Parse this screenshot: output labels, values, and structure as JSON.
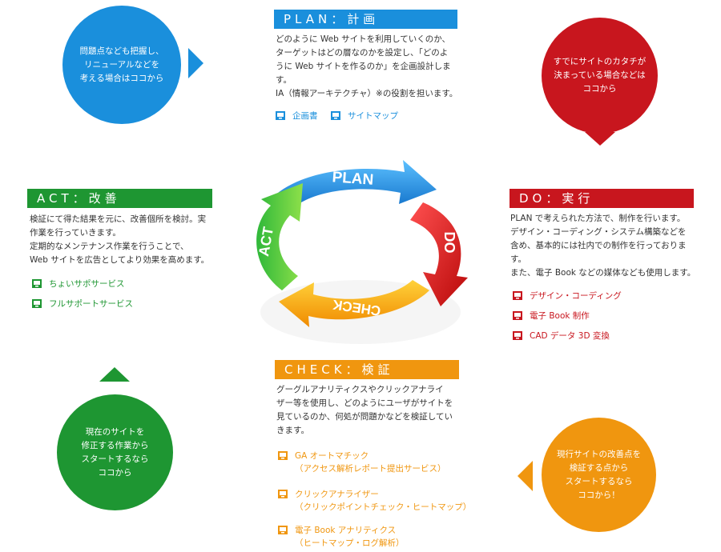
{
  "colors": {
    "plan": "#1a8fdc",
    "do": "#c8161e",
    "check": "#f0960f",
    "act": "#1e9632"
  },
  "bubbles": {
    "plan": "問題点なども把握し、\nリニューアルなどを\n考える場合はココから",
    "do": "すでにサイトのカタチが\n決まっている場合などは\nココから",
    "check": "現行サイトの改善点を\n検証する点から\nスタートするなら\nココから！",
    "act": "現在のサイトを\n修正する作業から\nスタートするなら\nココから"
  },
  "sections": {
    "plan": {
      "title": "PLAN：計画",
      "body": "どのように Web サイトを利用していくのか、\nターゲットはどの層なのかを設定し、「どのよ\nうに Web サイトを作るのか」を企画設計しま\nす。\nIA（情報アーキテクチャ）※の役割を担います。",
      "links": [
        "企画書",
        "サイトマップ"
      ]
    },
    "do": {
      "title": "DO：実行",
      "body": "PLAN で考えられた方法で、制作を行います。\nデザイン・コーディング・システム構築などを\n含め、基本的には社内での制作を行っておりま\nす。\nまた、電子 Book などの媒体なども使用します。",
      "links": [
        "デザイン・コーディング",
        "電子 Book 制作",
        "CAD データ 3D 変換"
      ]
    },
    "check": {
      "title": "CHECK：検証",
      "body": "グーグルアナリティクスやクリックアナライ\nザー等を使用し、どのようにユーザがサイトを\n見ているのか、何処が問題かなどを検証してい\nきます。",
      "links": [
        "GA オートマチック\n（アクセス解析レポート提出サービス）",
        "クリックアナライザー\n（クリックポイントチェック・ヒートマップ）",
        "電子 Book アナリティクス\n（ヒートマップ・ログ解析）"
      ]
    },
    "act": {
      "title": "ACT：改善",
      "body": "検証にて得た結果を元に、改善個所を検討。実\n作業を行っていきます。\n定期的なメンテナンス作業を行うことで、\nWeb サイトを広告としてより効果を高めます。",
      "links": [
        "ちょいサポサービス",
        "フルサポートサービス"
      ]
    }
  },
  "cycle": {
    "plan": "PLAN",
    "do": "DO",
    "check": "CHECK",
    "act": "ACT"
  }
}
